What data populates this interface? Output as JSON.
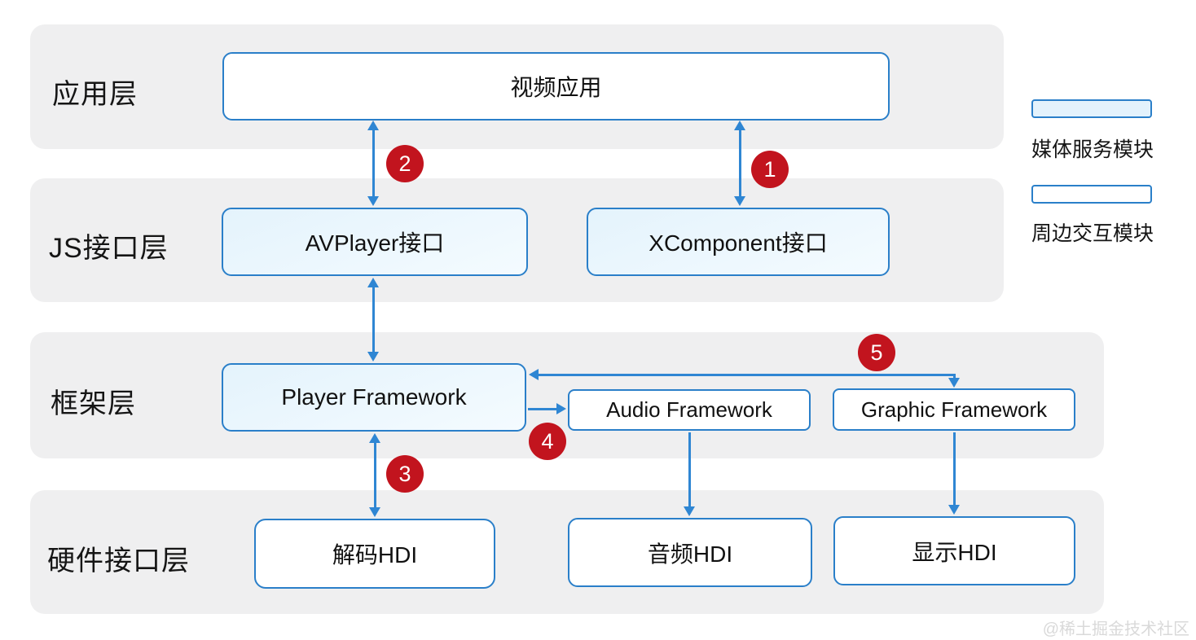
{
  "layers": {
    "app": {
      "label": "应用层"
    },
    "js": {
      "label": "JS接口层"
    },
    "framework": {
      "label": "框架层"
    },
    "hardware": {
      "label": "硬件接口层"
    }
  },
  "boxes": {
    "video_app": {
      "label": "视频应用",
      "type": "peripheral"
    },
    "avplayer": {
      "label": "AVPlayer接口",
      "type": "media"
    },
    "xcomponent": {
      "label": "XComponent接口",
      "type": "media"
    },
    "player_framework": {
      "label": "Player Framework",
      "type": "media"
    },
    "audio_framework": {
      "label": "Audio Framework",
      "type": "peripheral"
    },
    "graphic_framework": {
      "label": "Graphic Framework",
      "type": "peripheral"
    },
    "decode_hdi": {
      "label": "解码HDI",
      "type": "peripheral"
    },
    "audio_hdi": {
      "label": "音频HDI",
      "type": "peripheral"
    },
    "display_hdi": {
      "label": "显示HDI",
      "type": "peripheral"
    }
  },
  "badges": {
    "b1": "1",
    "b2": "2",
    "b3": "3",
    "b4": "4",
    "b5": "5"
  },
  "legend": {
    "media_service": {
      "label": "媒体服务模块"
    },
    "peripheral": {
      "label": "周边交互模块"
    }
  },
  "watermark": "@稀土掘金技术社区",
  "colors": {
    "accent_blue": "#2f86d3",
    "box_border_blue": "#2a7fc9",
    "media_fill_blue": "#e9f6fd",
    "badge_red": "#c2141e",
    "band_gray": "#efeff0",
    "watermark_gray": "#d9d9d9"
  }
}
